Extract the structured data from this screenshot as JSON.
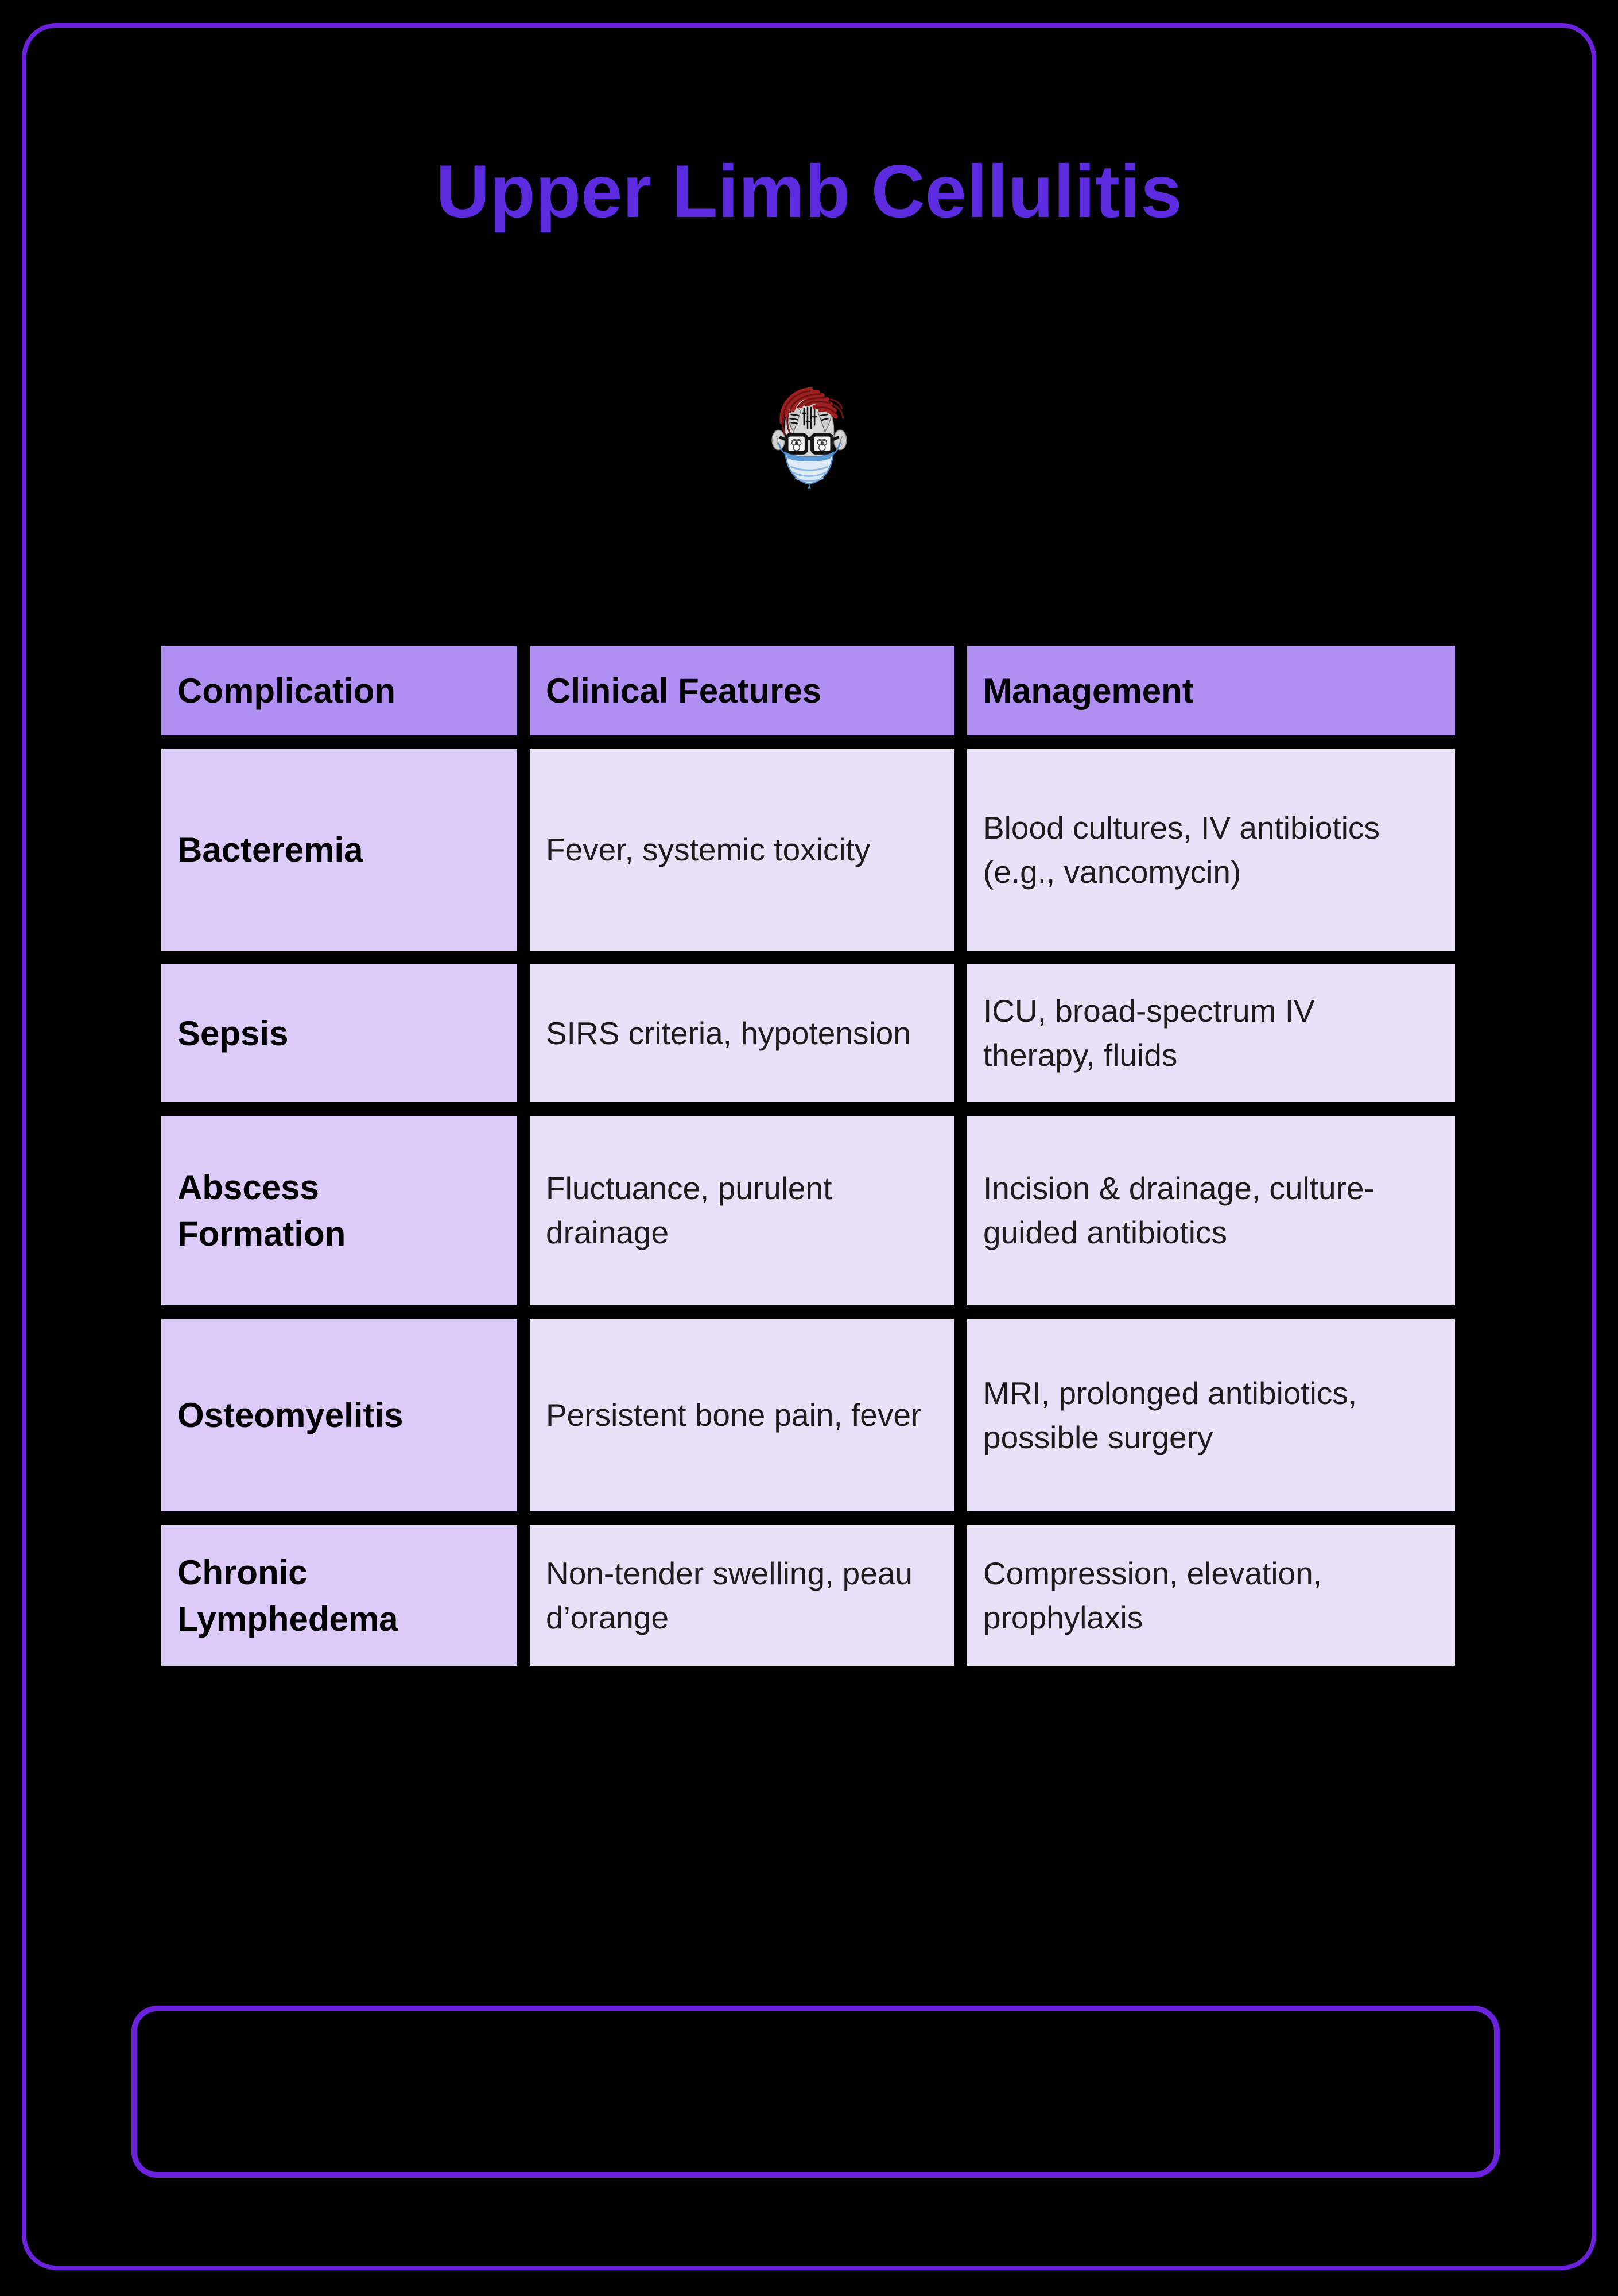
{
  "page": {
    "title": "Upper Limb Cellulitis"
  },
  "colors": {
    "background": "#000000",
    "frame_purple": "#6c21dc",
    "title_purple": "#5c2be0",
    "header_bg": "#b18ff2",
    "row_label_bg": "#dccaf8",
    "cell_bg": "#e8e1f8",
    "text": "#121212",
    "avatar_hair_red": "#9e2020",
    "avatar_mask_blue": "#5b9bd5"
  },
  "avatar": {
    "icon": "doctor-avatar-icon",
    "description": "mascot face with red hair, glasses and surgical mask"
  },
  "table": {
    "headers": [
      "Complication",
      "Clinical Features",
      "Management"
    ],
    "rows": [
      {
        "complication": "Bacteremia",
        "clinical_features": "Fever, systemic toxicity",
        "management": "Blood cultures, IV antibiotics (e.g., vancomycin)"
      },
      {
        "complication": "Sepsis",
        "clinical_features": "SIRS criteria, hypotension",
        "management": "ICU, broad-spectrum IV therapy, fluids"
      },
      {
        "complication": "Abscess Formation",
        "clinical_features": "Fluctuance, purulent drainage",
        "management": "Incision & drainage, culture-guided antibiotics"
      },
      {
        "complication": "Osteomyelitis",
        "clinical_features": "Persistent bone pain, fever",
        "management": "MRI, prolonged antibiotics, possible surgery"
      },
      {
        "complication": "Chronic Lymphedema",
        "clinical_features": "Non-tender swelling, peau d’orange",
        "management": "Compression, elevation, prophylaxis"
      }
    ]
  }
}
